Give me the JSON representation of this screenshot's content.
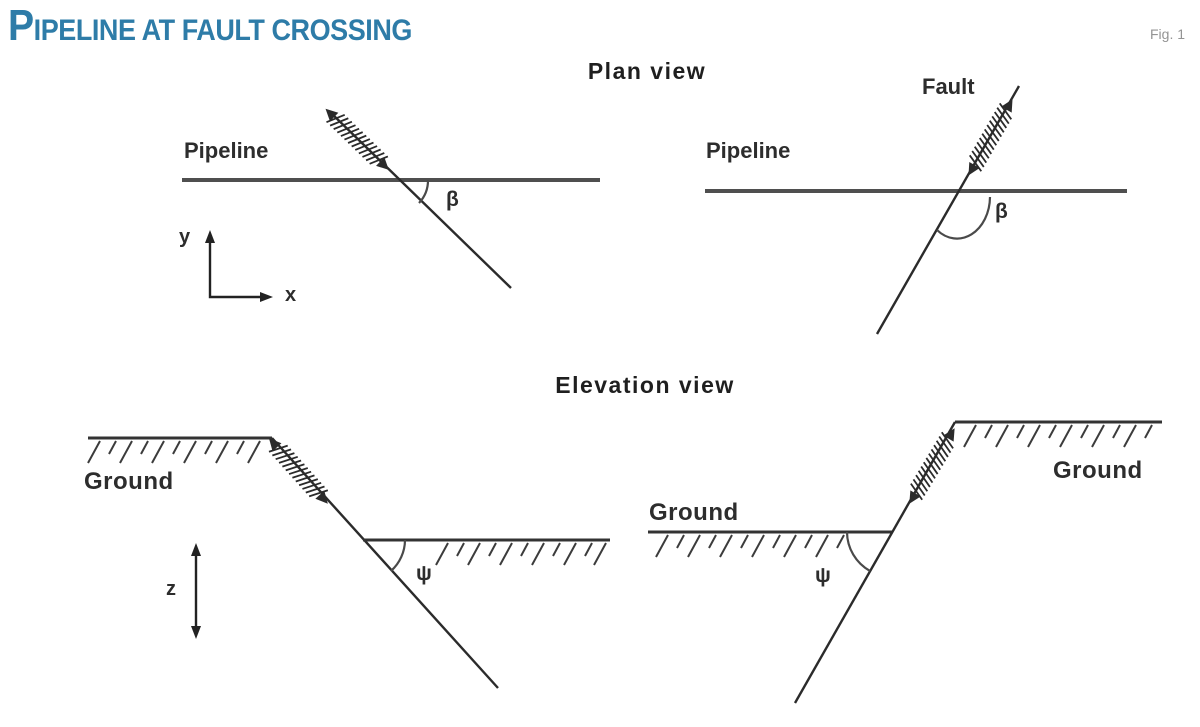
{
  "header": {
    "title": "PIPELINE AT FAULT CROSSING",
    "figure_label": "Fig. 1"
  },
  "plan_section": {
    "heading": "Plan view",
    "left_diagram": {
      "pipeline_label": "Pipeline",
      "angle_label": "β",
      "x_axis_label": "x",
      "y_axis_label": "y"
    },
    "right_diagram": {
      "pipeline_label": "Pipeline",
      "fault_label": "Fault",
      "angle_label": "β"
    }
  },
  "elevation_section": {
    "heading": "Elevation view",
    "left_diagram": {
      "ground_label": "Ground",
      "angle_label": "ψ",
      "z_axis_label": "z"
    },
    "right_diagram": {
      "ground_label_lower": "Ground",
      "ground_label_upper": "Ground",
      "angle_label": "ψ"
    }
  },
  "colors": {
    "title_blue": "#2e7ca8",
    "figure_label_gray": "#949494",
    "line_dark": "#2b2b2b",
    "pipeline_gray": "#4f4f4f",
    "background": "#ffffff"
  }
}
